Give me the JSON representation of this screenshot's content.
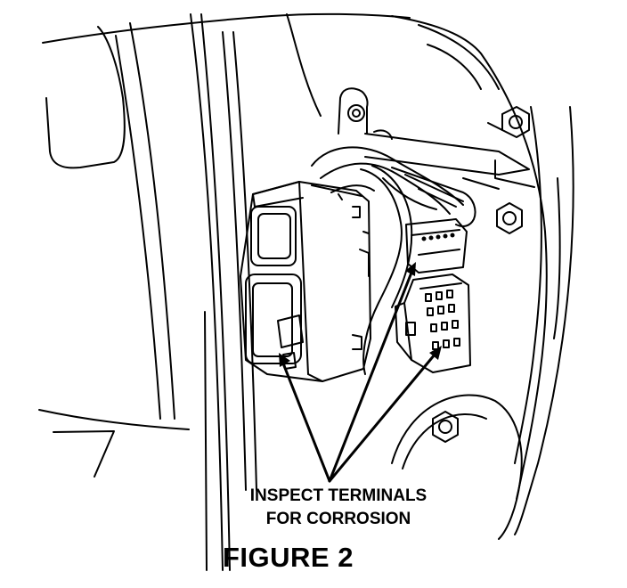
{
  "callout": {
    "line1": "INSPECT TERMINALS",
    "line2": "FOR CORROSION"
  },
  "figure": {
    "title": "FIGURE 2"
  }
}
